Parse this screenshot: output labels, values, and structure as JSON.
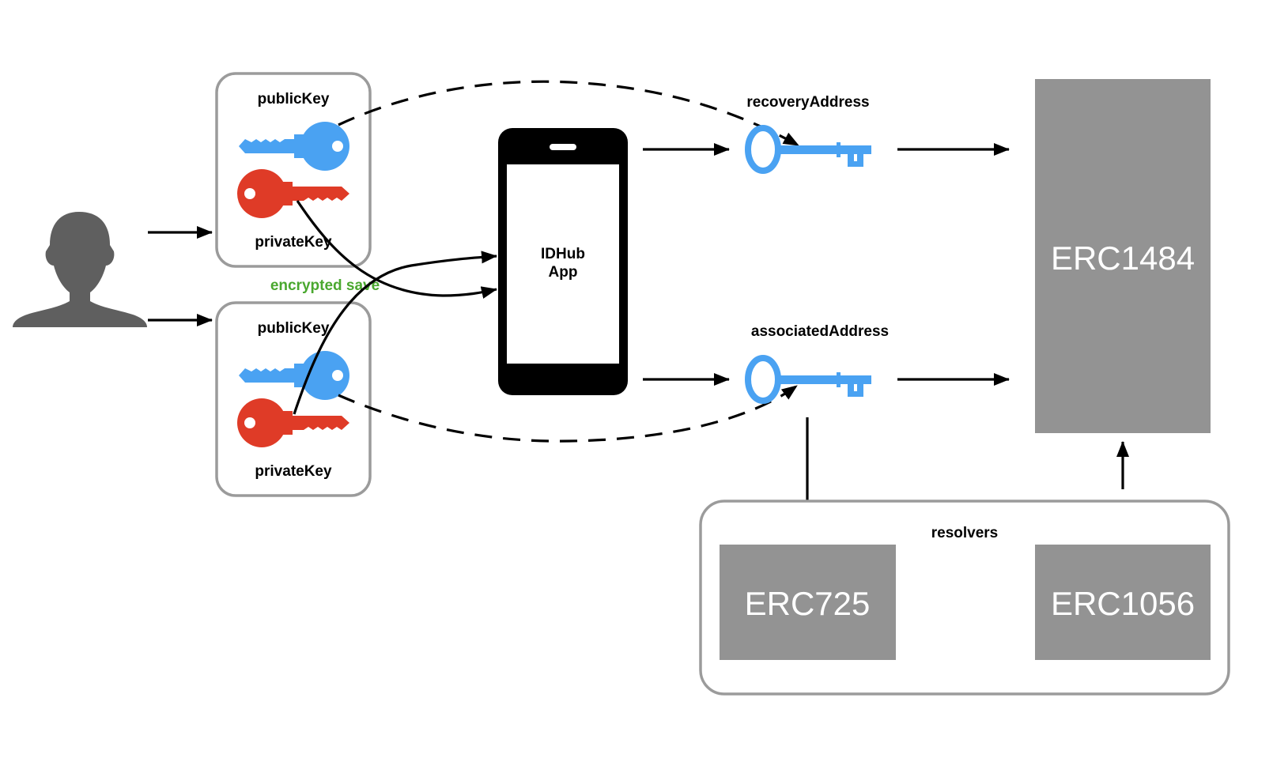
{
  "diagram": {
    "user": {
      "icon": "user-silhouette-icon"
    },
    "key_pairs": [
      {
        "public_label": "publicKey",
        "private_label": "privateKey"
      },
      {
        "public_label": "publicKey",
        "private_label": "privateKey"
      }
    ],
    "encrypted_save_label": "encrypted save",
    "app": {
      "line1": "IDHub",
      "line2": "App"
    },
    "recovery_label": "recoveryAddress",
    "associated_label": "associatedAddress",
    "erc1484_label": "ERC1484",
    "resolvers": {
      "label": "resolvers",
      "items": [
        "ERC725",
        "ERC1056"
      ]
    },
    "colors": {
      "public_key": "#4aa2f2",
      "private_key": "#df3b27",
      "encrypted_save": "#4aa82f",
      "standard_block": "#939393",
      "user_icon": "#5f5f5f",
      "panel_border": "#9b9b9b"
    }
  }
}
